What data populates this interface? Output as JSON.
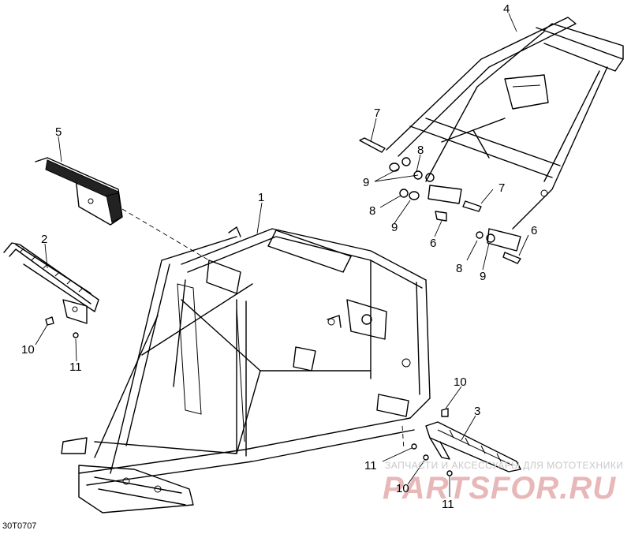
{
  "diagram": {
    "drawing_code": "30T0707",
    "callouts": {
      "c1": "1",
      "c2": "2",
      "c3": "3",
      "c4": "4",
      "c5": "5",
      "c6a": "6",
      "c6b": "6",
      "c7a": "7",
      "c7b": "7",
      "c8a": "8",
      "c8b": "8",
      "c8c": "8",
      "c9a": "9",
      "c9b": "9",
      "c9c": "9",
      "c10a": "10",
      "c10b": "10",
      "c10c": "10",
      "c11a": "11",
      "c11b": "11",
      "c11c": "11"
    }
  },
  "watermark": {
    "tagline": "ЗАПЧАСТИ И АКСЕССУАРЫ ДЛЯ МОТОТЕХНИКИ",
    "brand": "PARTSFOR.RU"
  }
}
